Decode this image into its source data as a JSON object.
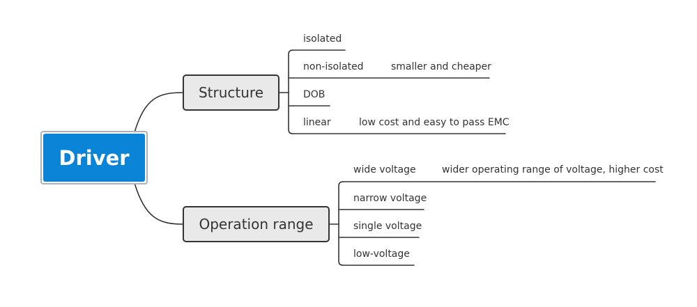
{
  "root": {
    "label": "Driver"
  },
  "branches": {
    "structure": {
      "label": "Structure",
      "items": {
        "isolated": {
          "label": "isolated"
        },
        "non_isolated": {
          "label": "non-isolated",
          "note": "smaller and cheaper"
        },
        "dob": {
          "label": "DOB"
        },
        "linear": {
          "label": "linear",
          "note": "low cost and easy to pass EMC"
        }
      }
    },
    "operation_range": {
      "label": "Operation range",
      "items": {
        "wide_voltage": {
          "label": "wide voltage",
          "note": "wider operating range of voltage, higher cost"
        },
        "narrow_voltage": {
          "label": "narrow voltage"
        },
        "single_voltage": {
          "label": "single voltage"
        },
        "low_voltage": {
          "label": "low-voltage"
        }
      }
    }
  },
  "colors": {
    "root_fill": "#0a84d6",
    "root_border": "#a9b3bd",
    "topic_fill": "#e9e9e9",
    "line": "#333333",
    "text": "#333333"
  }
}
